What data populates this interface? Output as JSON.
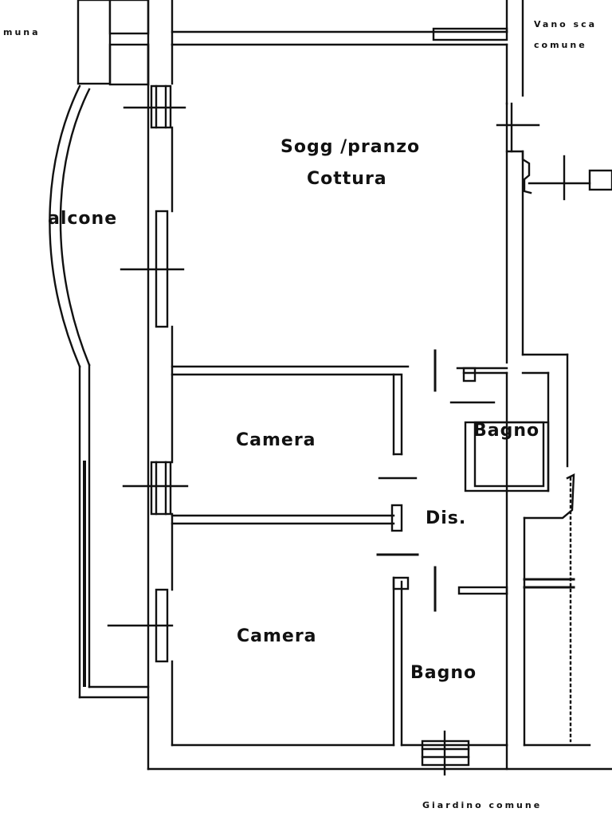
{
  "labels": {
    "soggiorno_line1": "Sogg /pranzo",
    "soggiorno_line2": "Cottura",
    "balcone": "alcone",
    "camera_1": "Camera",
    "camera_2": "Camera",
    "bagno_small": "Bagno",
    "bagno_large": "Bagno",
    "disimpegno": "Dis.",
    "top_left": "muna",
    "top_right_line1": "Vano sca",
    "top_right_line2": "comune",
    "bottom": "Giardino comune"
  }
}
